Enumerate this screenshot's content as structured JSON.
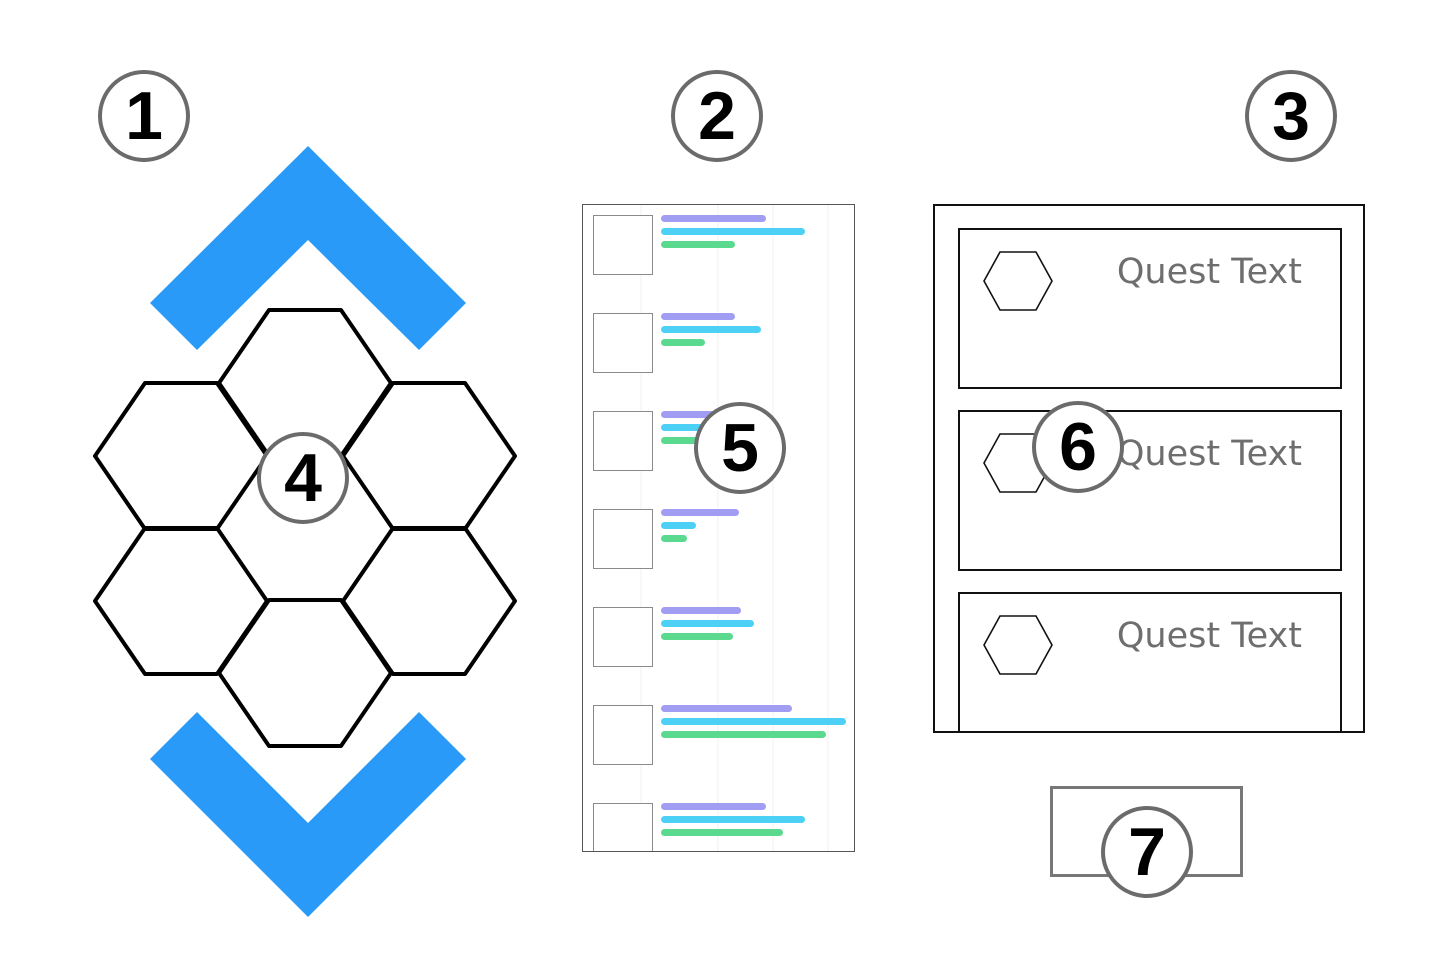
{
  "badges": {
    "b1": "1",
    "b2": "2",
    "b3": "3",
    "b4": "4",
    "b5": "5",
    "b6": "6",
    "b7": "7"
  },
  "colors": {
    "accent_blue": "#2a9af8",
    "bar_purple": "#a09df2",
    "bar_cyan": "#4dd0f5",
    "bar_green": "#5ad98f",
    "badge_border": "#6b6b6b",
    "quest_text": "#6e6e6e"
  },
  "icons": {
    "up": "chevron-up-icon",
    "down": "chevron-down-icon",
    "hex": "hexagon-icon"
  },
  "list": {
    "bar_fractions": [
      [
        0.57,
        0.78,
        0.4
      ],
      [
        0.4,
        0.54,
        0.24
      ],
      [
        0.4,
        0.44,
        0.22
      ],
      [
        0.42,
        0.19,
        0.14
      ],
      [
        0.43,
        0.5,
        0.39
      ],
      [
        0.71,
        1.0,
        0.89
      ],
      [
        0.57,
        0.78,
        0.66
      ]
    ]
  },
  "quests": [
    {
      "text": "Quest Text"
    },
    {
      "text": "Quest Text"
    },
    {
      "text": "Quest Text"
    }
  ]
}
